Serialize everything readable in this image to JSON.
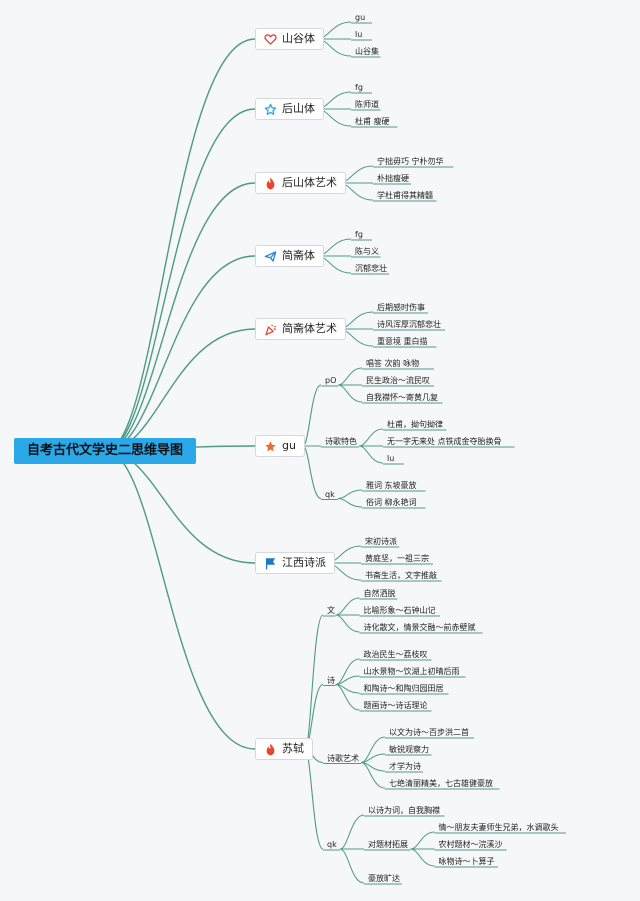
{
  "root": {
    "label": "自考古代文学史二思维导图"
  },
  "branches": [
    {
      "label": "山谷体",
      "icon": "heart-icon",
      "color": "#e0463a",
      "items": [
        "gu",
        "lu",
        "山谷集"
      ]
    },
    {
      "label": "后山体",
      "icon": "star-outline-icon",
      "color": "#2aa8e8",
      "items": [
        "fg",
        "陈师道",
        "杜甫 瘦硬"
      ]
    },
    {
      "label": "后山体艺术",
      "icon": "fire-icon",
      "color": "#e8452c",
      "items": [
        "宁拙毋巧 宁朴勿华",
        "朴拙瘦硬",
        "学杜甫得其精髓"
      ]
    },
    {
      "label": "简斋体",
      "icon": "paper-plane-icon",
      "color": "#2a8ad8",
      "items": [
        "fg",
        "陈与义",
        "沉郁悲壮"
      ]
    },
    {
      "label": "简斋体艺术",
      "icon": "party-popper-icon",
      "color": "#e8452c",
      "items": [
        "后期感时伤事",
        "诗风浑厚沉郁悲壮",
        "重意境 重白描"
      ]
    },
    {
      "label": "gu",
      "icon": "star-icon",
      "color": "#ee6a2c",
      "subs": [
        {
          "label": "pO",
          "items": [
            "唱答 次韵 咏物",
            "民生政治～流民叹",
            "自我襟怀～寄黄几复"
          ]
        },
        {
          "label": "诗歌特色",
          "items": [
            "杜甫，拗句拗律",
            "无一字无来处 点铁成金夺胎换骨",
            "lu"
          ]
        },
        {
          "label": "qk",
          "items": [
            "雅词 东坡豪放",
            "俗词 柳永艳词"
          ]
        }
      ]
    },
    {
      "label": "江西诗派",
      "icon": "flag-icon",
      "color": "#1a78c8",
      "items": [
        "宋初诗派",
        "黄庭坚，一祖三宗",
        "书斋生活，文字推敲"
      ]
    },
    {
      "label": "苏轼",
      "icon": "fire-icon",
      "color": "#e8452c",
      "subs": [
        {
          "label": "文",
          "items": [
            "自然洒脱",
            "比喻形象～石钟山记",
            "诗化散文，情景交融～前赤壁赋"
          ]
        },
        {
          "label": "诗",
          "items": [
            "政治民生～荔枝叹",
            "山水景物～饮湖上初晴后雨",
            "和陶诗～和陶归园田居",
            "题画诗～诗话理论"
          ]
        },
        {
          "label": "诗歌艺术",
          "items": [
            "以文为诗～百步洪二首",
            "敏锐观察力",
            "才学为诗",
            "七绝清丽精美，七古雄健豪放"
          ]
        },
        {
          "label": "qk",
          "items": [
            {
              "text": "以诗为词，自我胸襟"
            },
            {
              "text": "对题材拓展",
              "items": [
                "情～朋友夫妻师生兄弟，水调歌头",
                "农村题材～浣溪沙",
                "咏物诗～卜算子"
              ]
            },
            {
              "text": "豪放旷达"
            }
          ]
        }
      ]
    }
  ]
}
